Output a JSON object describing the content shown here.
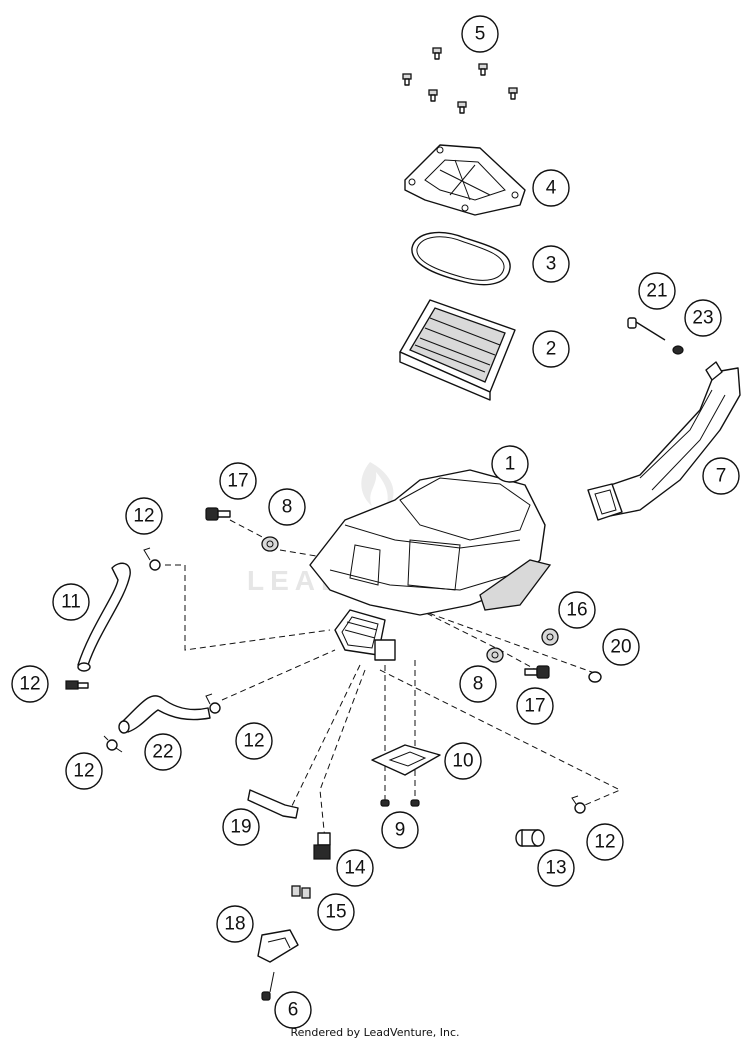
{
  "diagram": {
    "callouts": [
      {
        "id": "c5",
        "label": "5"
      },
      {
        "id": "c4",
        "label": "4"
      },
      {
        "id": "c3",
        "label": "3"
      },
      {
        "id": "c2",
        "label": "2"
      },
      {
        "id": "c21",
        "label": "21"
      },
      {
        "id": "c23",
        "label": "23"
      },
      {
        "id": "c1",
        "label": "1"
      },
      {
        "id": "c7",
        "label": "7"
      },
      {
        "id": "c17a",
        "label": "17"
      },
      {
        "id": "c8a",
        "label": "8"
      },
      {
        "id": "c12a",
        "label": "12"
      },
      {
        "id": "c11",
        "label": "11"
      },
      {
        "id": "c16",
        "label": "16"
      },
      {
        "id": "c20",
        "label": "20"
      },
      {
        "id": "c12b",
        "label": "12"
      },
      {
        "id": "c8b",
        "label": "8"
      },
      {
        "id": "c17b",
        "label": "17"
      },
      {
        "id": "c22",
        "label": "22"
      },
      {
        "id": "c12c",
        "label": "12"
      },
      {
        "id": "c12d",
        "label": "12"
      },
      {
        "id": "c10",
        "label": "10"
      },
      {
        "id": "c19",
        "label": "19"
      },
      {
        "id": "c9",
        "label": "9"
      },
      {
        "id": "c12e",
        "label": "12"
      },
      {
        "id": "c14",
        "label": "14"
      },
      {
        "id": "c13",
        "label": "13"
      },
      {
        "id": "c15",
        "label": "15"
      },
      {
        "id": "c18",
        "label": "18"
      },
      {
        "id": "c6",
        "label": "6"
      }
    ],
    "watermark": "LEADVENTURE",
    "credit": "Rendered by LeadVenture, Inc."
  }
}
